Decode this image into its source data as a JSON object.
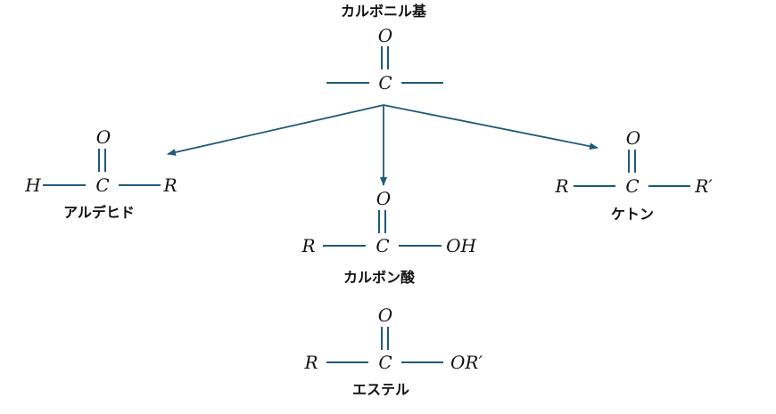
{
  "carbonyl": {
    "title": "カルボニル基",
    "top": "O",
    "center": "C"
  },
  "aldehyde": {
    "name": "アルデヒド",
    "top": "O",
    "left": "H",
    "center": "C",
    "right": "R"
  },
  "carboxylic_acid": {
    "name": "カルボン酸",
    "top": "O",
    "left": "R",
    "center": "C",
    "right": "OH"
  },
  "ketone": {
    "name": "ケトン",
    "top": "O",
    "left": "R",
    "center": "C",
    "right": "R′"
  },
  "ester": {
    "name": "エステル",
    "top": "O",
    "left": "R",
    "center": "C",
    "right": "OR′"
  },
  "colors": {
    "bond": "#1f5a78",
    "text": "#111111"
  }
}
